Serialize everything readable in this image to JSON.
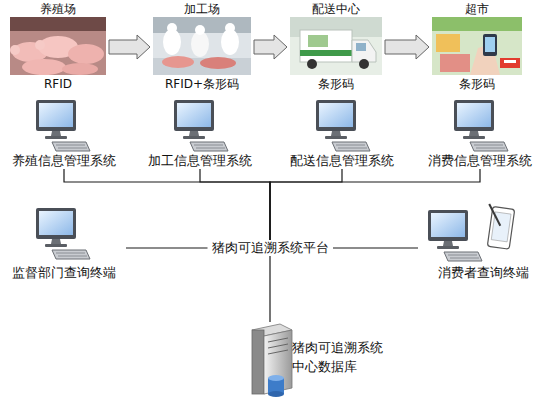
{
  "diagram": {
    "nodes": [
      {
        "text": [
          "养殖场",
          "RFID"
        ]
      },
      {
        "text": [
          "加工场",
          "RFID+条形码"
        ]
      },
      {
        "text": [
          "配送中心",
          "条形码"
        ]
      },
      {
        "text": [
          "超市",
          "条形码"
        ]
      },
      {
        "text": [
          "养殖信息管理系统"
        ]
      },
      {
        "text": [
          "加工信息管理系统"
        ]
      },
      {
        "text": [
          "配送信息管理系统"
        ]
      },
      {
        "text": [
          "消费信息管理系统"
        ]
      },
      {
        "text": [
          "猪肉可追溯系统平台"
        ]
      },
      {
        "text": [
          "监督部门查询终端"
        ]
      },
      {
        "text": [
          "消费者查询终端"
        ]
      },
      {
        "text": [
          "猪肉可追溯系统 中心数据库"
        ]
      }
    ],
    "edges": [
      {
        "from": 0,
        "to": 1,
        "arrow": "to"
      },
      {
        "from": 1,
        "to": 2,
        "arrow": "to"
      },
      {
        "from": 2,
        "to": 3,
        "arrow": "to"
      },
      {
        "from": 4,
        "to": 8,
        "arrow": "none"
      },
      {
        "from": 5,
        "to": 8,
        "arrow": "none"
      },
      {
        "from": 6,
        "to": 8,
        "arrow": "none"
      },
      {
        "from": 7,
        "to": 8,
        "arrow": "none"
      },
      {
        "from": 9,
        "to": 8,
        "arrow": "none"
      },
      {
        "from": 8,
        "to": 10,
        "arrow": "none"
      },
      {
        "from": 8,
        "to": 11,
        "arrow": "none"
      }
    ]
  }
}
